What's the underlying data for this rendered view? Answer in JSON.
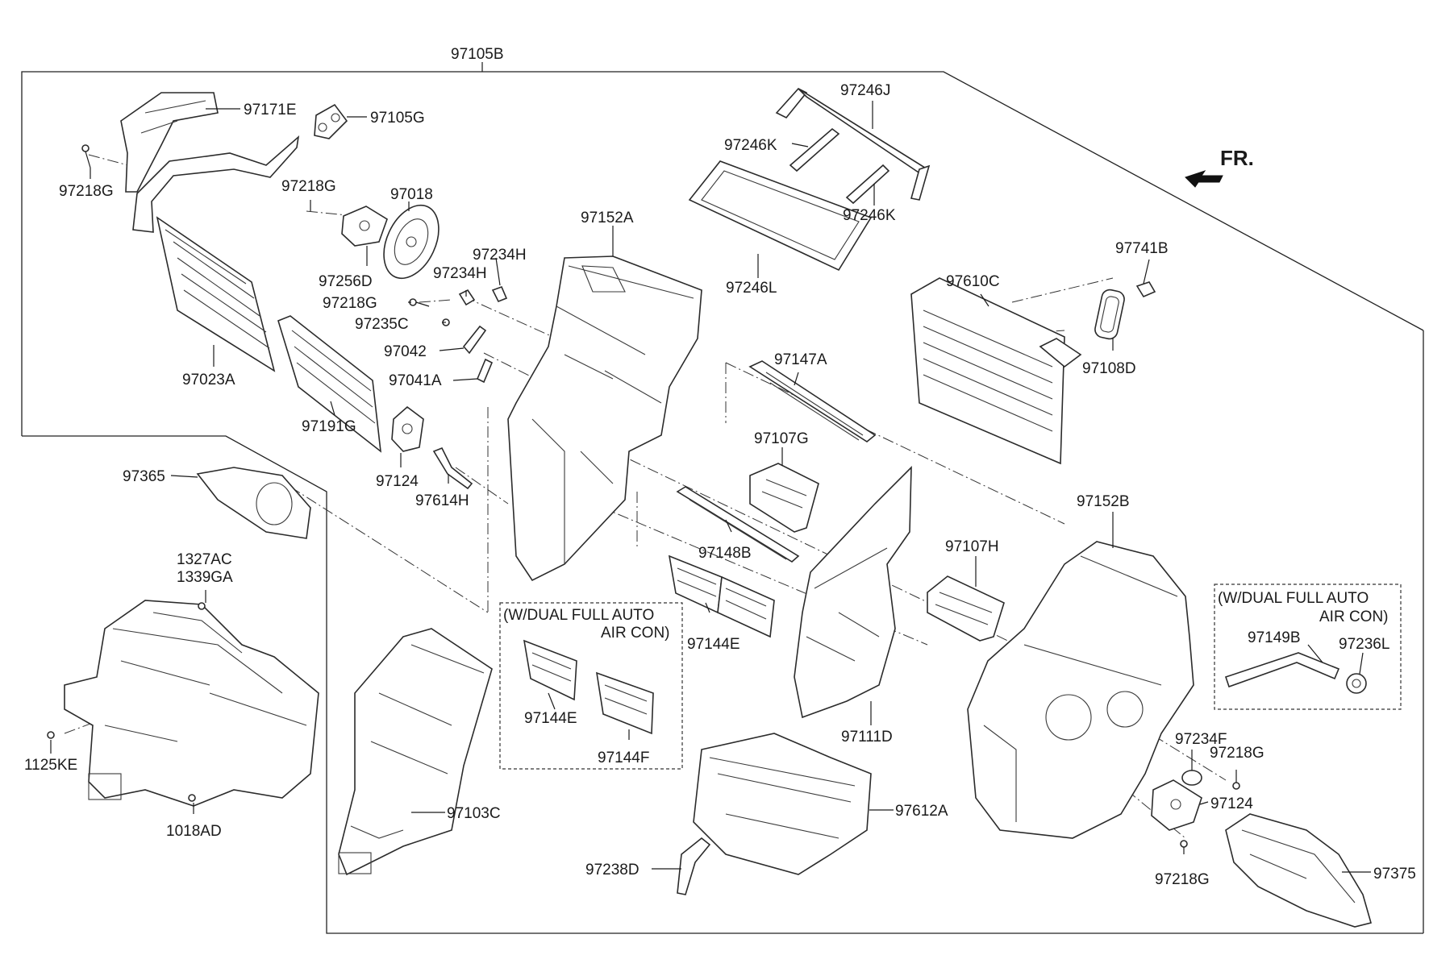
{
  "front_indicator": "FR.",
  "labels": {
    "l97105B": "97105B",
    "l97171E": "97171E",
    "l97105G": "97105G",
    "l97218G_a": "97218G",
    "l97218G_b": "97218G",
    "l97018": "97018",
    "l97256D": "97256D",
    "l97218G_c": "97218G",
    "l97235C": "97235C",
    "l97042": "97042",
    "l97041A": "97041A",
    "l97023A": "97023A",
    "l97191G": "97191G",
    "l97124_a": "97124",
    "l97614H": "97614H",
    "l97234H_a": "97234H",
    "l97234H_b": "97234H",
    "l97152A": "97152A",
    "l97246J": "97246J",
    "l97246K_a": "97246K",
    "l97246K_b": "97246K",
    "l97246L": "97246L",
    "l97741B": "97741B",
    "l97610C": "97610C",
    "l97108D": "97108D",
    "l97147A": "97147A",
    "l97107G": "97107G",
    "l97148B": "97148B",
    "l97144E_a": "97144E",
    "l97144E_b": "97144E",
    "l97144F": "97144F",
    "l97107H": "97107H",
    "l97152B": "97152B",
    "l97111D": "97111D",
    "l97612A": "97612A",
    "l97238D": "97238D",
    "l97103C": "97103C",
    "l97365": "97365",
    "l1327AC": "1327AC",
    "l1339GA": "1339GA",
    "l1125KE": "1125KE",
    "l1018AD": "1018AD",
    "l97149B": "97149B",
    "l97236L": "97236L",
    "l97234F": "97234F",
    "l97218G_d": "97218G",
    "l97124_b": "97124",
    "l97218G_e": "97218G",
    "l97375": "97375"
  },
  "notes": {
    "dual_center_line1": "(W/DUAL FULL AUTO",
    "dual_center_line2": "AIR CON)",
    "dual_right_line1": "(W/DUAL FULL AUTO",
    "dual_right_line2": "AIR CON)"
  }
}
